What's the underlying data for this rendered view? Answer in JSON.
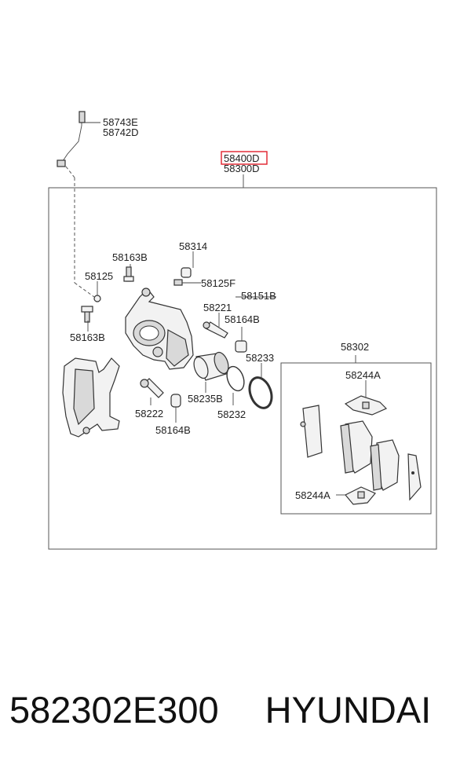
{
  "labels": {
    "hose_1": "58743E",
    "hose_2": "58742D",
    "assy_highlight": "58400D",
    "assy_main": "58300D",
    "bolt_58314": "58314",
    "bolt_58163b_top": "58163B",
    "bleeder_58125": "58125",
    "cap_58125f": "58125F",
    "seal_58151b": "58151B",
    "pin_58221": "58221",
    "boot_58164b_top": "58164B",
    "bolt_58163b_left": "58163B",
    "seal_58233": "58233",
    "pad_kit_58302": "58302",
    "clip_58244a_top": "58244A",
    "pin_58222": "58222",
    "piston_58235b": "58235B",
    "ring_58232": "58232",
    "boot_58164b_bottom": "58164B",
    "clip_58244a_bottom": "58244A"
  },
  "footer": {
    "part_number": "582302E300",
    "brand": "HYUNDAI"
  },
  "colors": {
    "highlight_box": "#e0202a",
    "line": "#333333"
  }
}
